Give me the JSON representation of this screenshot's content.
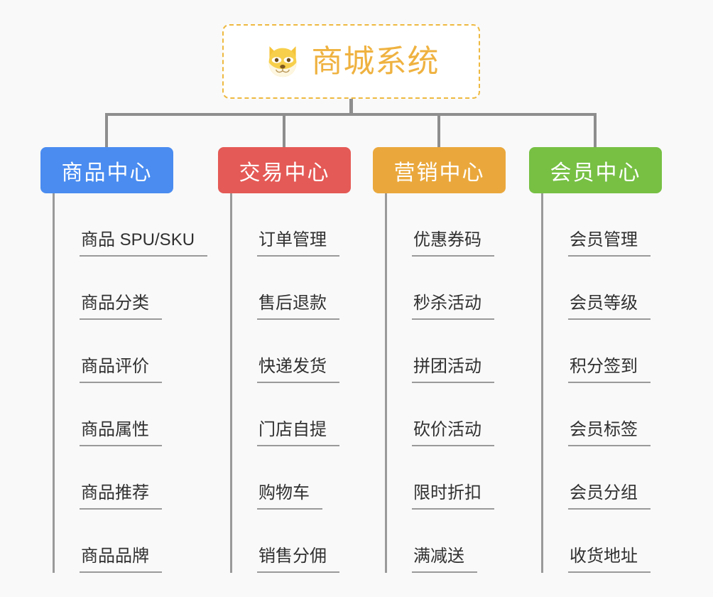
{
  "background_color": "#f9f9f9",
  "root": {
    "icon": "shiba-dog-face-icon",
    "title": "商城系统",
    "border_color": "#eeb940",
    "text_color": "#efb240",
    "background_color": "#ffffff"
  },
  "connector_color": "#8e8e8e",
  "branches": [
    {
      "label": "商品中心",
      "color": "#4a8cf0",
      "items": [
        "商品 SPU/SKU",
        "商品分类",
        "商品评价",
        "商品属性",
        "商品推荐",
        "商品品牌"
      ]
    },
    {
      "label": "交易中心",
      "color": "#e45a56",
      "items": [
        "订单管理",
        "售后退款",
        "快递发货",
        "门店自提",
        "购物车",
        "销售分佣"
      ]
    },
    {
      "label": "营销中心",
      "color": "#eaa83c",
      "items": [
        "优惠券码",
        "秒杀活动",
        "拼团活动",
        "砍价活动",
        "限时折扣",
        "满减送"
      ]
    },
    {
      "label": "会员中心",
      "color": "#77c044",
      "items": [
        "会员管理",
        "会员等级",
        "积分签到",
        "会员标签",
        "会员分组",
        "收货地址"
      ]
    }
  ]
}
